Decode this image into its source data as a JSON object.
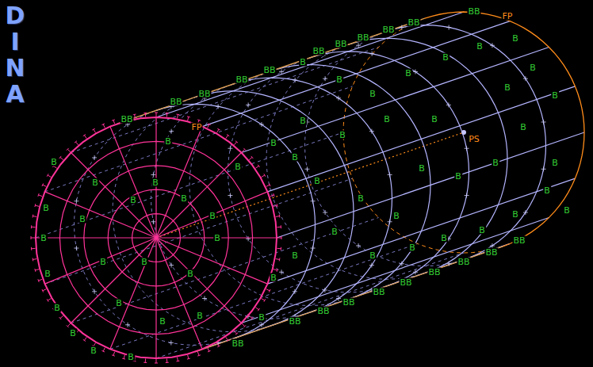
{
  "diagram": {
    "labels": [
      "DINA",
      "FP",
      "FP",
      "PS",
      "BB",
      "BB",
      "BB",
      "BB",
      "BB",
      "BB",
      "BB",
      "BB",
      "BB",
      "BB",
      "BB",
      "BB",
      "BB",
      "BB",
      "BB",
      "BB",
      "BB",
      "BB",
      "BB",
      "BB",
      "BB",
      "B",
      "B",
      "B",
      "B",
      "B",
      "B",
      "B",
      "B",
      "B",
      "B",
      "B",
      "B",
      "B",
      "B",
      "B",
      "B",
      "B",
      "B",
      "B",
      "B",
      "B",
      "B",
      "B",
      "B",
      "B",
      "B",
      "B",
      "B",
      "B",
      "B",
      "B",
      "B",
      "B",
      "B",
      "B",
      "B",
      "B",
      "B",
      "B",
      "B",
      "B",
      "B",
      "B",
      "B",
      "B",
      "B",
      "B",
      "B",
      "B",
      "B",
      "B",
      "B",
      "B",
      "B",
      "B",
      "B",
      "B",
      "B"
    ]
  }
}
